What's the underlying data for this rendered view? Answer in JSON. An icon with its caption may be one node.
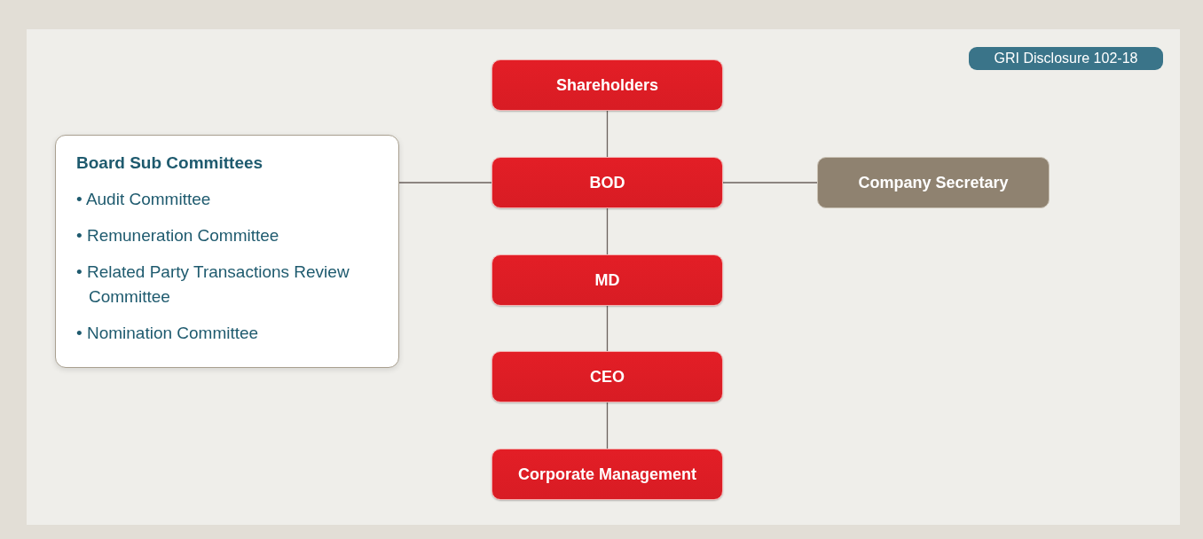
{
  "diagram": {
    "nodes": [
      {
        "text": [
          "Shareholders"
        ]
      },
      {
        "text": [
          "Board Sub Committees",
          "• Audit Committee",
          "• Remuneration Committee",
          "• Related Party Transactions Review Committee",
          "• Nomination Committee"
        ]
      },
      {
        "text": [
          "BOD"
        ]
      },
      {
        "text": [
          "Company Secretary"
        ]
      },
      {
        "text": [
          "MD"
        ]
      },
      {
        "text": [
          "CEO"
        ]
      },
      {
        "text": [
          "Corporate Management"
        ]
      }
    ],
    "edges": [
      {
        "from": 0,
        "to": 2,
        "arrow": "none"
      },
      {
        "from": 1,
        "to": 2,
        "arrow": "none"
      },
      {
        "from": 2,
        "to": 3,
        "arrow": "none"
      },
      {
        "from": 2,
        "to": 4,
        "arrow": "none"
      },
      {
        "from": 4,
        "to": 5,
        "arrow": "none"
      },
      {
        "from": 5,
        "to": 6,
        "arrow": "none"
      }
    ],
    "labels": [
      "GRI Disclosure 102-18"
    ]
  }
}
